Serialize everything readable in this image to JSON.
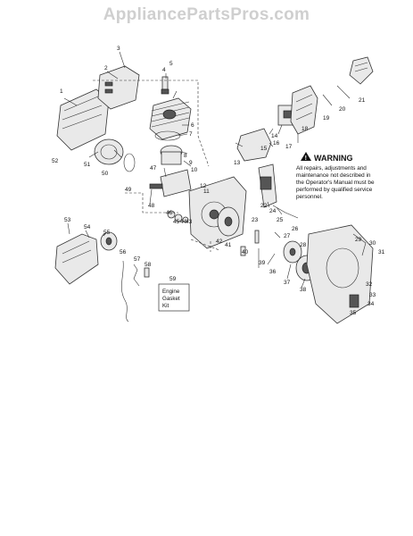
{
  "watermark": "AppliancePartsPros.com",
  "warning": {
    "title": "WARNING",
    "lines": [
      "All repairs, adjustments and",
      "maintenance not described in",
      "the Operator's Manual must be",
      "performed by qualified service",
      "personnel."
    ]
  },
  "kit_label": [
    "Engine",
    "Gasket",
    "Kit"
  ],
  "callouts": [
    "1",
    "2",
    "3",
    "4",
    "5",
    "6",
    "7",
    "8",
    "9",
    "10",
    "11",
    "12",
    "13",
    "14",
    "15",
    "16",
    "17",
    "18",
    "19",
    "20",
    "21",
    "22",
    "23",
    "24",
    "25",
    "26",
    "27",
    "28",
    "29",
    "30",
    "31",
    "32",
    "33",
    "34",
    "35",
    "36",
    "37",
    "38",
    "39",
    "40",
    "41",
    "42",
    "43",
    "44",
    "45",
    "46",
    "47",
    "48",
    "49",
    "50",
    "51",
    "52",
    "53",
    "54",
    "55",
    "56",
    "57",
    "58",
    "59"
  ]
}
